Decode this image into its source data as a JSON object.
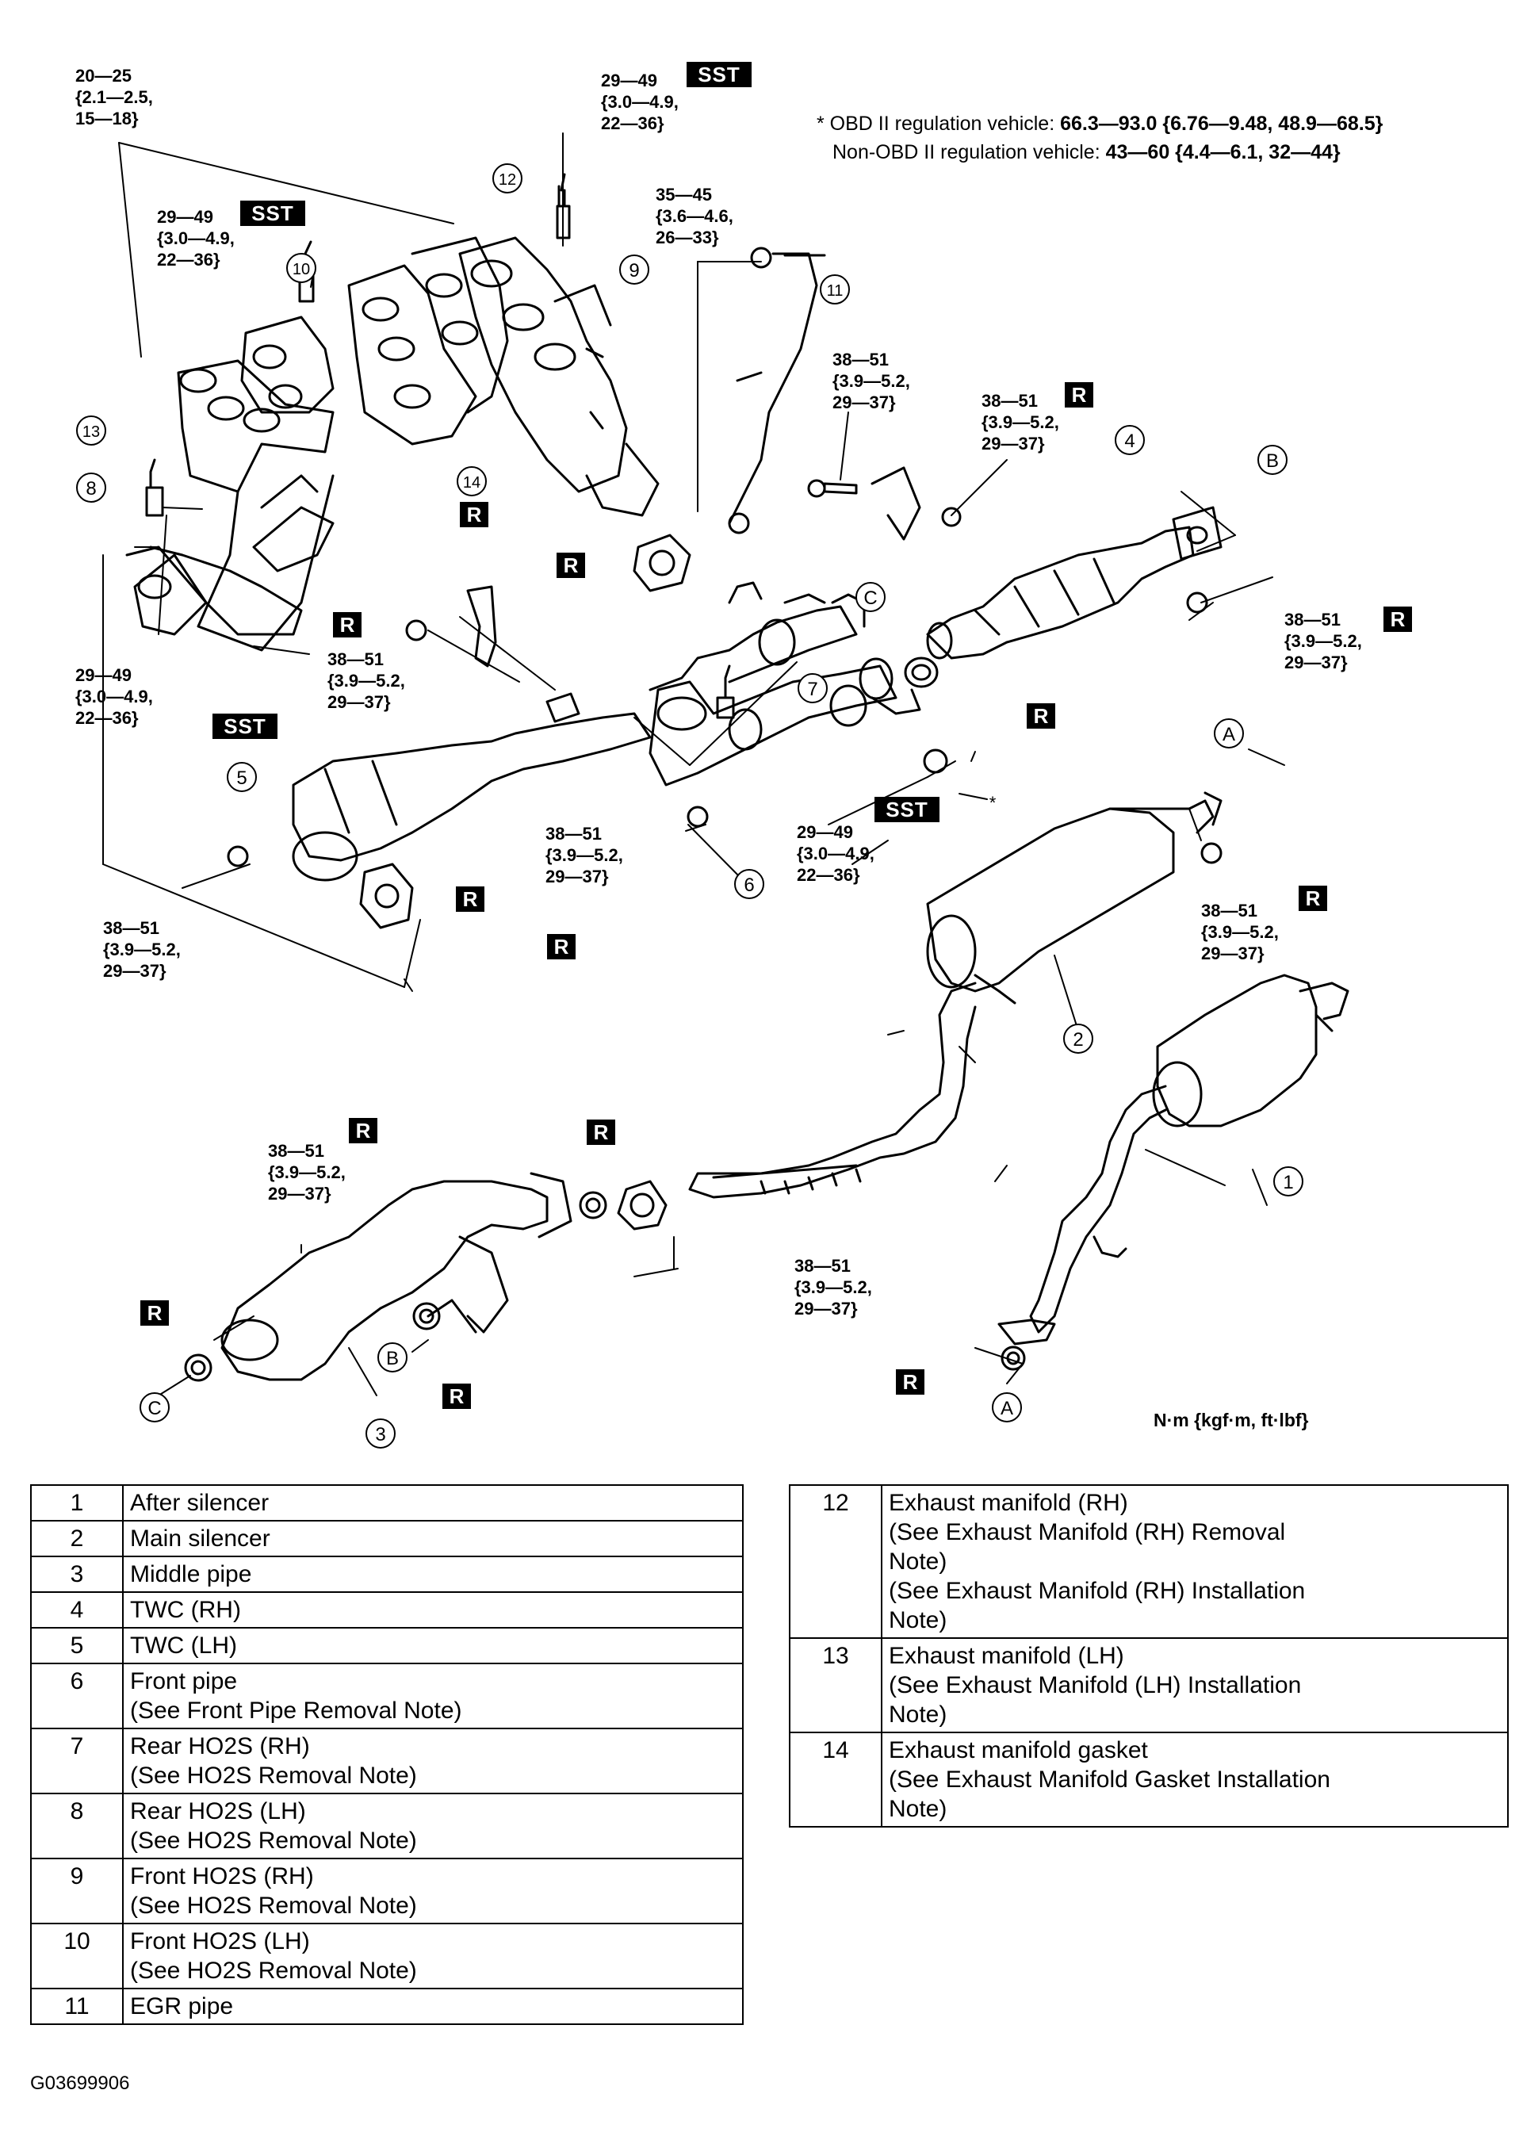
{
  "torques": {
    "t_20_25": "20—25\n{2.1—2.5,\n15—18}",
    "t_hds_top": "29—49\n{3.0—4.9,\n22—36}",
    "t_hds_left": "29—49\n{3.0—4.9,\n22—36}",
    "t_egr": "35—45\n{3.6—4.6,\n26—33}",
    "t_clamp": "38—51\n{3.9—5.2,\n29—37}",
    "t_clamp_nut": "38—51\n{3.9—5.2,\n29—37}",
    "t_twc_rh": "38—51\n{3.9—5.2,\n29—37}",
    "t_bracket": "38—51\n{3.9—5.2,\n29—37}",
    "t_lh_hds": "29—49\n{3.0—4.9,\n22—36}",
    "t_front_nut": "38—51\n{3.9—5.2,\n29—37}",
    "t_front_hds": "29—49\n{3.0—4.9,\n22—36}",
    "t_twc_lh": "38—51\n{3.9—5.2,\n29—37}",
    "t_main": "38—51\n{3.9—5.2,\n29—37}",
    "t_mid_left": "38—51\n{3.9—5.2,\n29—37}",
    "t_mid_right": "38—51\n{3.9—5.2,\n29—37}"
  },
  "notes": {
    "obd_prefix": "* OBD II regulation vehicle: ",
    "obd_value": "66.3—93.0 {6.76—9.48, 48.9—68.5}",
    "nonobd_prefix": "Non-OBD II regulation vehicle: ",
    "nonobd_value": "43—60 {4.4—6.1, 32—44}"
  },
  "tags": {
    "r": "R",
    "sst": "SST"
  },
  "callouts": [
    "1",
    "2",
    "3",
    "4",
    "5",
    "6",
    "7",
    "8",
    "9",
    "10",
    "11",
    "12",
    "13",
    "14"
  ],
  "letters": {
    "a": "A",
    "b": "B",
    "c": "C"
  },
  "asterisk": "*",
  "unit": "N·m {kgf·m, ft·lbf}",
  "legend_left": [
    {
      "num": "1",
      "text": "After silencer"
    },
    {
      "num": "2",
      "text": "Main silencer"
    },
    {
      "num": "3",
      "text": "Middle pipe"
    },
    {
      "num": "4",
      "text": "TWC (RH)"
    },
    {
      "num": "5",
      "text": "TWC (LH)"
    },
    {
      "num": "6",
      "text": "Front pipe\n(See Front Pipe Removal Note)"
    },
    {
      "num": "7",
      "text": "Rear HO2S (RH)\n(See HO2S Removal Note)"
    },
    {
      "num": "8",
      "text": "Rear HO2S (LH)\n(See HO2S Removal Note)"
    },
    {
      "num": "9",
      "text": "Front HO2S (RH)\n(See HO2S Removal Note)"
    },
    {
      "num": "10",
      "text": "Front HO2S (LH)\n(See HO2S Removal Note)"
    },
    {
      "num": "11",
      "text": "EGR pipe"
    }
  ],
  "legend_right": [
    {
      "num": "12",
      "text": "Exhaust manifold (RH)\n(See Exhaust Manifold (RH) Removal\nNote)\n(See Exhaust Manifold (RH) Installation\nNote)"
    },
    {
      "num": "13",
      "text": "Exhaust manifold (LH)\n(See Exhaust Manifold (LH) Installation\nNote)"
    },
    {
      "num": "14",
      "text": "Exhaust manifold gasket\n(See Exhaust Manifold Gasket Installation\nNote)"
    }
  ],
  "figure_code": "G03699906"
}
